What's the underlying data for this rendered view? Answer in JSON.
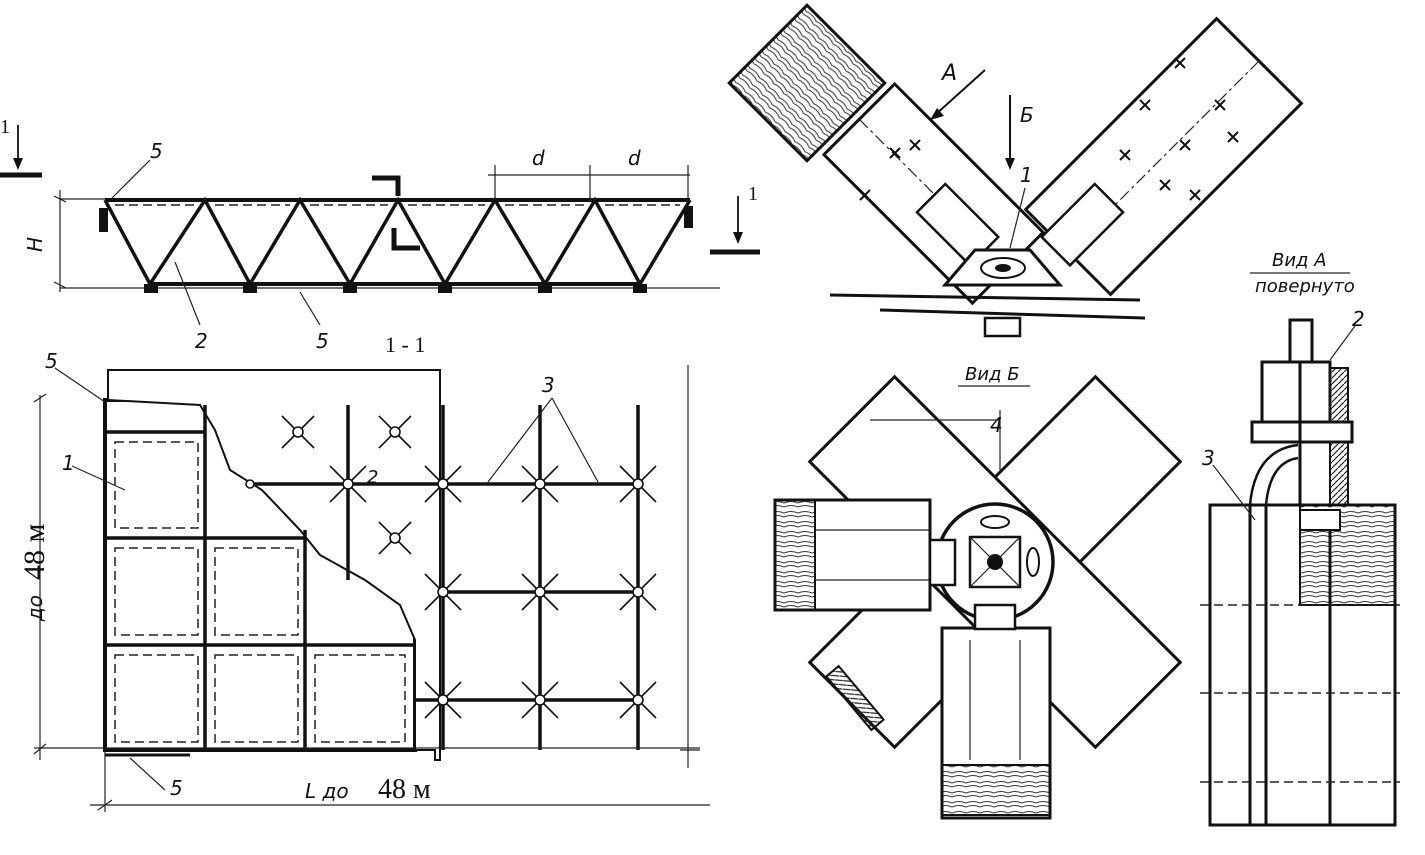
{
  "truss_elevation": {
    "section_mark_left": "1",
    "section_mark_right": "1",
    "height_label": "H",
    "panel_label_1": "d",
    "panel_label_2": "d",
    "callout_chord_top": "5",
    "callout_diagonal": "2",
    "callout_chord_bottom": "5"
  },
  "plan_view": {
    "section_title": "1 - 1",
    "callout_panel": "1",
    "callout_frame_top": "5",
    "callout_frame_bottom": "5",
    "callout_node": "2",
    "callout_rods": "3",
    "width_prefix": "L до",
    "width_value": "48 м",
    "depth_prefix": "до",
    "depth_value": "48 м"
  },
  "node_detail": {
    "arrow_a": "А",
    "arrow_b": "Б",
    "callout_node": "1",
    "view_b_title": "Вид Б",
    "callout_connector": "4"
  },
  "side_view": {
    "title_line1": "Вид  А",
    "title_line2": "повернуто",
    "callout_bolt": "2",
    "callout_rod": "3"
  }
}
